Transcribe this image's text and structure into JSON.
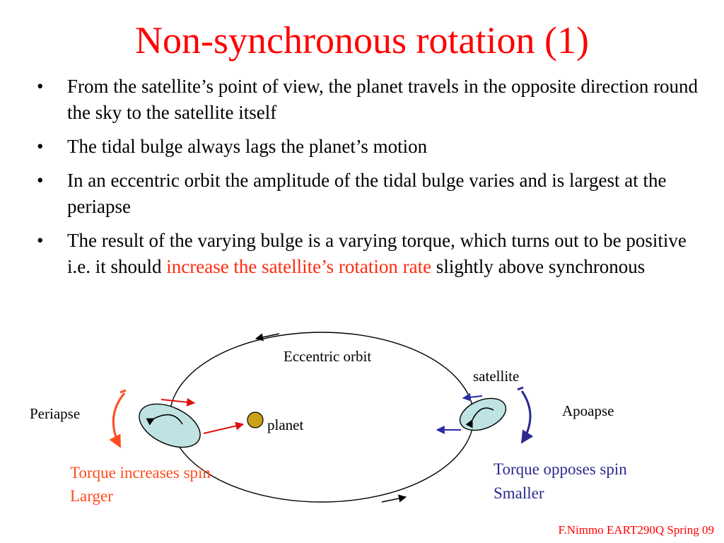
{
  "title": "Non-synchronous rotation (1)",
  "bullets": [
    {
      "text": "From the satellite’s point of view, the planet travels in the opposite direction round the sky to the satellite itself"
    },
    {
      "text": "The tidal bulge always lags the planet’s motion"
    },
    {
      "text": "In an eccentric orbit the amplitude of the tidal bulge varies and is largest at the periapse"
    },
    {
      "text_before": "The result of the varying bulge is a varying torque, which turns out to be positive i.e. it should ",
      "highlight": "increase the satellite’s rotation rate",
      "text_after": " slightly above synchronous"
    }
  ],
  "diagram": {
    "orbit_label": "Eccentric orbit",
    "satellite_label": "satellite",
    "planet_label": "planet",
    "periapse_label": "Periapse",
    "apoapse_label": "Apoapse",
    "periapse_torque": "Torque increases spin",
    "periapse_bulge": "Larger",
    "apoapse_torque": "Torque opposes spin",
    "apoapse_bulge": "Smaller",
    "colors": {
      "title": "#ff0000",
      "emphasis": "#ff2a10",
      "periapse": "#ff4b1e",
      "apoapse": "#2a2a8c",
      "satellite_fill": "#bfe3e3",
      "planet_fill": "#c9a21a",
      "arrow_red": "#e01010",
      "arrow_blue": "#2b2ba8"
    }
  },
  "footer": "F.Nimmo EART290Q Spring 09"
}
